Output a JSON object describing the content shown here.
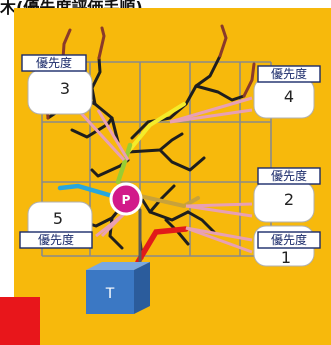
{
  "header_text": "木(優先度評価手順)",
  "callouts": [
    {
      "id": "c3",
      "tag": "優先度",
      "value": "3"
    },
    {
      "id": "c4",
      "tag": "優先度",
      "value": "4"
    },
    {
      "id": "c2",
      "tag": "優先度",
      "value": "2"
    },
    {
      "id": "c5",
      "tag": "優先度",
      "value": "5"
    },
    {
      "id": "c1",
      "tag": "優先度",
      "value": "1"
    }
  ],
  "point_label": "P",
  "base_label": "T",
  "colors": {
    "background": "#f7b90c",
    "grid": "#8a8a8a",
    "branch": "#1e1e1e",
    "tip_branch": "#8a3a2a",
    "priority_1": "#e11a1a",
    "priority_2": "#c8a23a",
    "priority_3": "#9acd32",
    "priority_4": "#f4ec2a",
    "priority_5": "#27a7de",
    "point": "#d21a8a",
    "base_box": "#3b78c4",
    "red_block": "#e8161b"
  }
}
